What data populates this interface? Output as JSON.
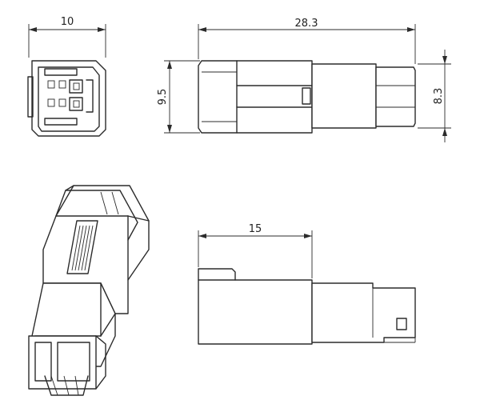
{
  "dimensions": {
    "front_width": "10",
    "overall_length": "28.3",
    "body_height": "9.5",
    "tail_height": "8.3",
    "latch_length": "15"
  },
  "colors": {
    "line": "#2b2b2b",
    "background": "#ffffff"
  }
}
